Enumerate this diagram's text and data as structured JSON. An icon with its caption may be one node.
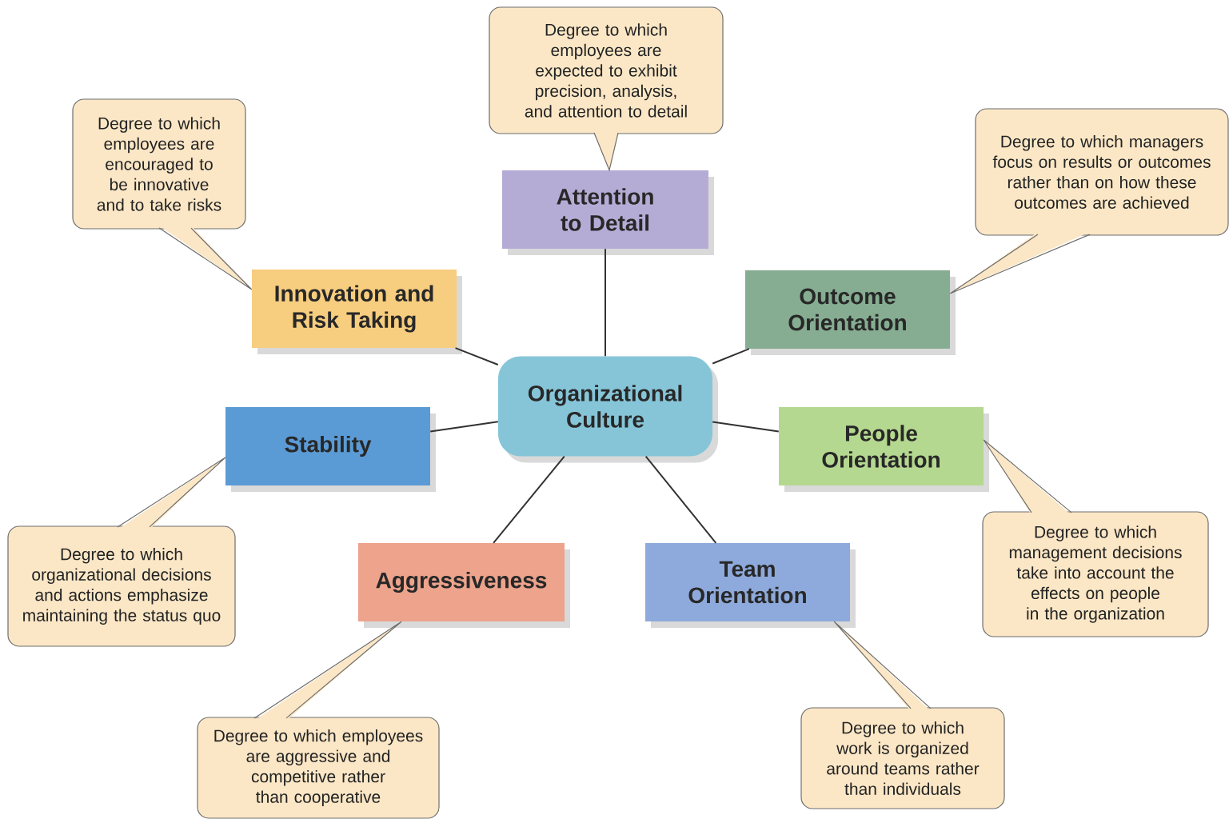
{
  "diagram": {
    "nodes": [
      {
        "text": [
          "Organizational Culture"
        ]
      },
      {
        "text": [
          "Attention to Detail"
        ]
      },
      {
        "text": [
          "Outcome Orientation"
        ]
      },
      {
        "text": [
          "People Orientation"
        ]
      },
      {
        "text": [
          "Team Orientation"
        ]
      },
      {
        "text": [
          "Aggressiveness"
        ]
      },
      {
        "text": [
          "Stability"
        ]
      },
      {
        "text": [
          "Innovation and Risk Taking"
        ]
      },
      {
        "text": [
          "Degree to which employees are expected to exhibit precision, analysis, and attention to detail"
        ]
      },
      {
        "text": [
          "Degree to which managers focus on results or outcomes rather than on how these outcomes are achieved"
        ]
      },
      {
        "text": [
          "Degree to which management decisions take into account the effects on people in the organization"
        ]
      },
      {
        "text": [
          "Degree to which work is organized around teams rather than individuals"
        ]
      },
      {
        "text": [
          "Degree to which employees are aggressive and competitive rather than cooperative"
        ]
      },
      {
        "text": [
          "Degree to which organizational decisions and actions emphasize maintaining the status quo"
        ]
      },
      {
        "text": [
          "Degree to which employees are encouraged to be innovative and to take risks"
        ]
      }
    ],
    "edges": [
      {
        "from": 0,
        "to": 1,
        "arrow": "none"
      },
      {
        "from": 0,
        "to": 2,
        "arrow": "none"
      },
      {
        "from": 0,
        "to": 3,
        "arrow": "none"
      },
      {
        "from": 0,
        "to": 4,
        "arrow": "none"
      },
      {
        "from": 0,
        "to": 5,
        "arrow": "none"
      },
      {
        "from": 0,
        "to": 6,
        "arrow": "none"
      },
      {
        "from": 0,
        "to": 7,
        "arrow": "none"
      },
      {
        "from": 8,
        "to": 1,
        "arrow": "to"
      },
      {
        "from": 9,
        "to": 2,
        "arrow": "none"
      },
      {
        "from": 10,
        "to": 3,
        "arrow": "none"
      },
      {
        "from": 11,
        "to": 4,
        "arrow": "none"
      },
      {
        "from": 12,
        "to": 5,
        "arrow": "none"
      },
      {
        "from": 13,
        "to": 6,
        "arrow": "none"
      },
      {
        "from": 14,
        "to": 7,
        "arrow": "none"
      }
    ]
  }
}
